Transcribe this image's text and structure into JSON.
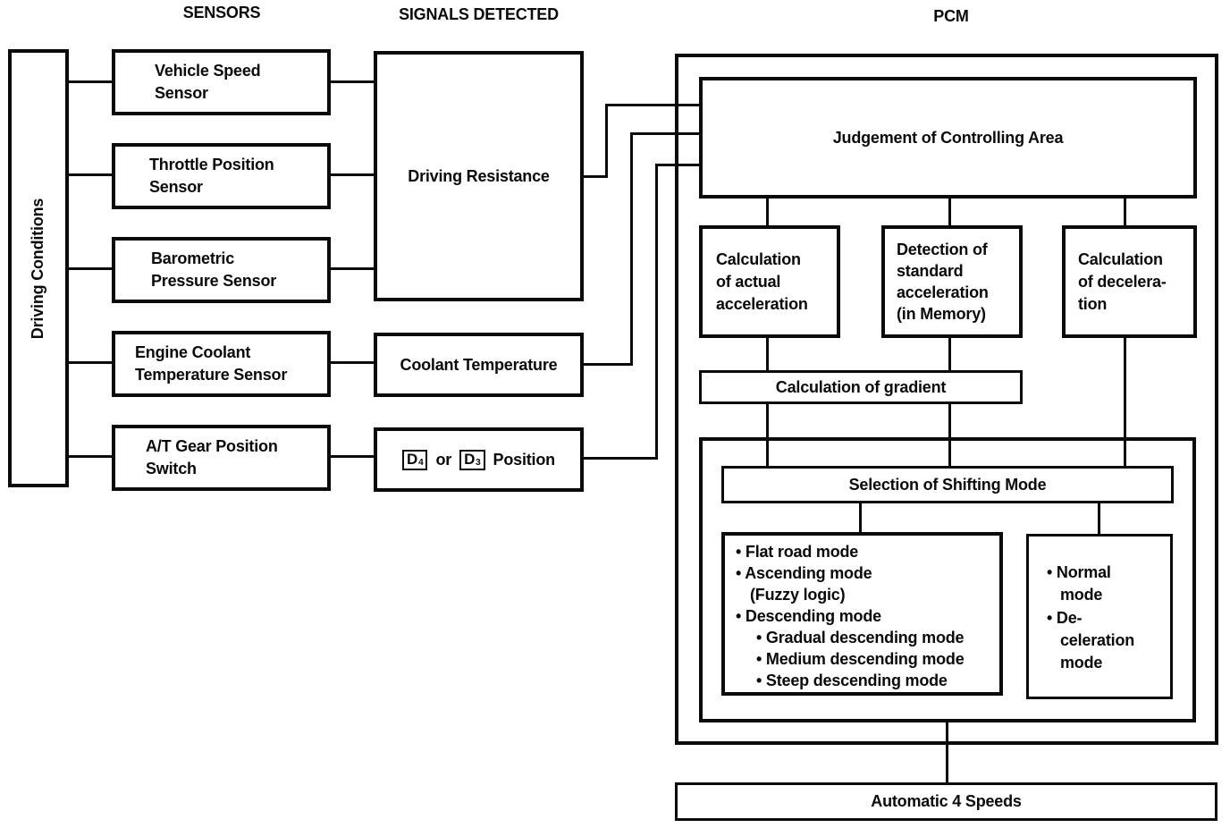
{
  "headers": {
    "sensors": "SENSORS",
    "signals_detected": "SIGNALS DETECTED",
    "pcm": "PCM"
  },
  "driving_conditions_label": "Driving Conditions",
  "sensors": [
    {
      "label": "Vehicle Speed\nSensor"
    },
    {
      "label": "Throttle Position\nSensor"
    },
    {
      "label": "Barometric\nPressure Sensor"
    },
    {
      "label": "Engine Coolant\nTemperature Sensor"
    },
    {
      "label": "A/T Gear Position\nSwitch"
    }
  ],
  "signals": {
    "driving_resistance": "Driving Resistance",
    "coolant_temperature": "Coolant Temperature",
    "gear_position": {
      "d4": "D",
      "d4_sub": "4",
      "or_label": "or",
      "d3": "D",
      "d3_sub": "3",
      "position_label": "Position"
    }
  },
  "pcm": {
    "judgement": "Judgement of Controlling Area",
    "calc_actual_acceleration": "Calculation\nof actual\nacceleration",
    "detection_standard_acceleration": "Detection of\nstandard\nacceleration\n(in Memory)",
    "calc_deceleration": "Calculation\nof decelera-\ntion",
    "calc_gradient": "Calculation of gradient",
    "selection_shifting_mode": "Selection of Shifting Mode",
    "shifting_modes": [
      {
        "text": "• Flat road mode",
        "level": 1
      },
      {
        "text": "• Ascending mode\n(Fuzzy logic)",
        "level": 1
      },
      {
        "text": "• Descending mode",
        "level": 1
      },
      {
        "text": "• Gradual descending mode",
        "level": 2
      },
      {
        "text": "• Medium descending mode",
        "level": 2
      },
      {
        "text": "• Steep descending mode",
        "level": 2
      }
    ],
    "output_modes": [
      {
        "text": "• Normal\nmode"
      },
      {
        "text": "• De-\nceleration\nmode"
      }
    ]
  },
  "output_label": "Automatic 4 Speeds",
  "colors": {
    "ink": "#0a0a0a",
    "background": "#ffffff"
  }
}
